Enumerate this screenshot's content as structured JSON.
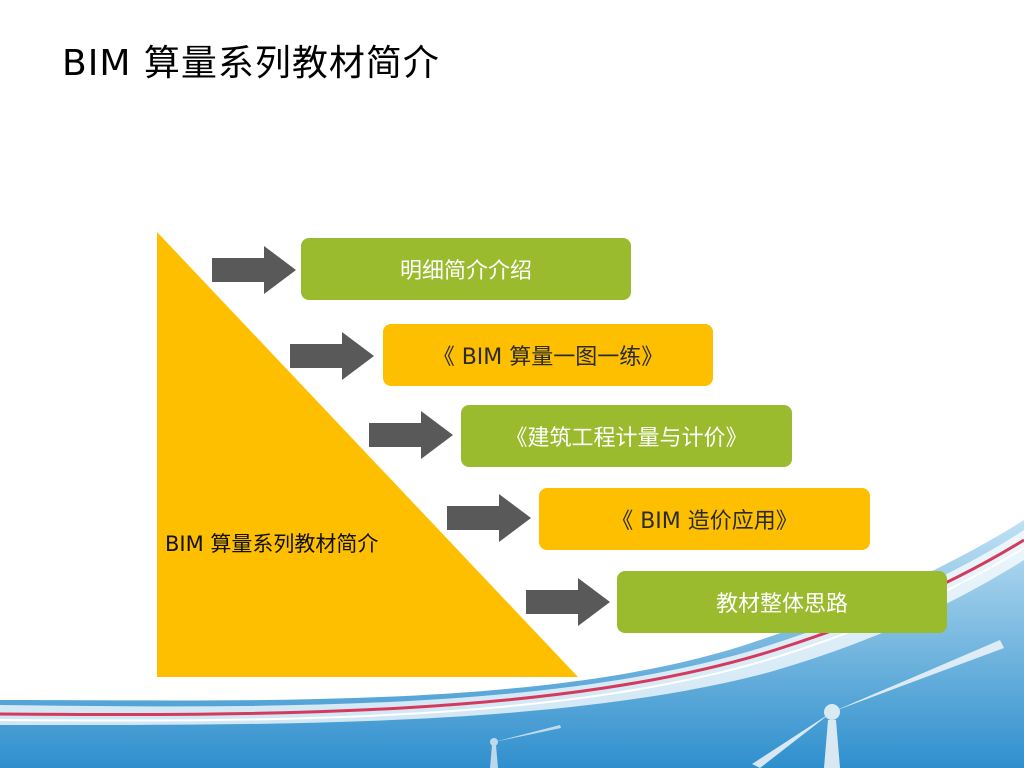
{
  "slide": {
    "title": "BIM 算量系列教材简介"
  },
  "diagram": {
    "triangle_label": "BIM 算量系列教材简介",
    "colors": {
      "triangle": "#fdbf00",
      "green_box": "#9abb2d",
      "orange_box": "#fdbf00",
      "arrow": "#595959"
    },
    "steps": [
      {
        "label": "明细简介介绍",
        "style": "green"
      },
      {
        "label": "《 BIM 算量一图一练》",
        "style": "orange"
      },
      {
        "label": "《建筑工程计量与计价》",
        "style": "green"
      },
      {
        "label": "《 BIM 造价应用》",
        "style": "orange"
      },
      {
        "label": "教材整体思路",
        "style": "green"
      }
    ]
  }
}
